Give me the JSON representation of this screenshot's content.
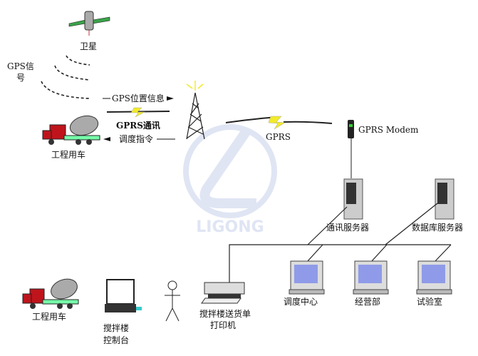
{
  "satellite": {
    "label": "卫星"
  },
  "gps_signal": {
    "label_line1": "GPS信",
    "label_line2": "号"
  },
  "gps_position_info": {
    "label": "GPS位置信息"
  },
  "gprs_comm": {
    "label_line1": "GPRS通讯",
    "label_line2": "调度指令"
  },
  "truck_top": {
    "label": "工程用车"
  },
  "gprs_link": {
    "label": "GPRS"
  },
  "modem": {
    "label": "GPRS Modem"
  },
  "watermark": {
    "text": "LIGONG"
  },
  "servers": [
    {
      "label": "通讯服务器"
    },
    {
      "label": "数据库服务器"
    }
  ],
  "computers": [
    {
      "label": "调度中心"
    },
    {
      "label": "经营部"
    },
    {
      "label": "试验室"
    }
  ],
  "truck_bottom": {
    "label": "工程用车"
  },
  "console": {
    "label_line1": "搅拌楼",
    "label_line2": "控制台"
  },
  "printer": {
    "label_line1": "搅拌楼送货单",
    "label_line2": "打印机"
  },
  "colors": {
    "truck": "#c0141c",
    "bolt": "#f2ea2a",
    "screen": "#8f9be8",
    "watermark": "#dde3f3",
    "satellite_panel": "#3aa34a"
  }
}
